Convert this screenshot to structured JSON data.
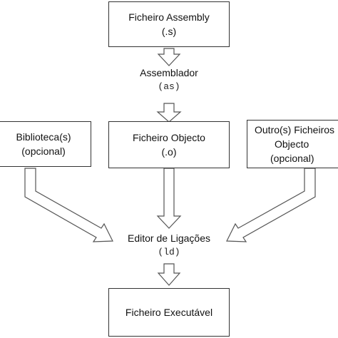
{
  "nodes": {
    "source": {
      "line1": "Ficheiro Assembly",
      "line2": "(.s)"
    },
    "object": {
      "line1": "Ficheiro Objecto",
      "line2": "(.o)"
    },
    "library": {
      "line1": "Biblioteca(s)",
      "line2": "(opcional)"
    },
    "other": {
      "line1": "Outro(s) Ficheiros",
      "line2": "Objecto",
      "line3": "(opcional)"
    },
    "executable": {
      "line1": "Ficheiro Executável"
    }
  },
  "stages": {
    "assembler": {
      "name": "Assemblador",
      "command": "(as)"
    },
    "linker": {
      "name": "Editor de Ligações",
      "command": "(ld)"
    }
  }
}
